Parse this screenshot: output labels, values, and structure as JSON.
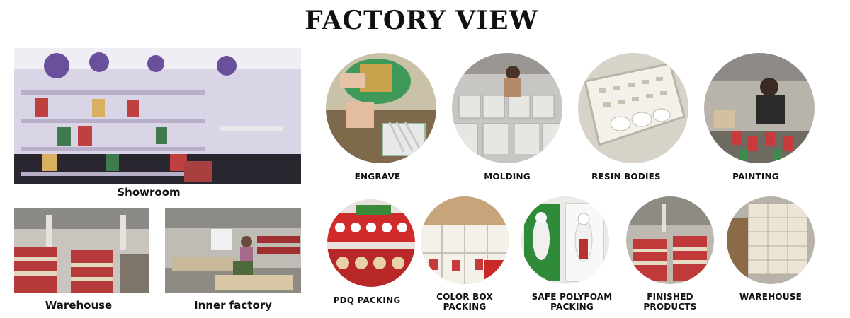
{
  "header": {
    "title": "FACTORY VIEW"
  },
  "left_photos": {
    "showroom": "Showroom",
    "warehouse": "Warehouse",
    "inner_factory": "Inner factory"
  },
  "process_top": [
    "ENGRAVE",
    "MOLDING",
    "RESIN BODIES",
    "PAINTING"
  ],
  "process_bottom": [
    "PDQ PACKING",
    "COLOR BOX PACKING",
    "SAFE POLYFOAM PACKING",
    "FINISHED PRODUCTS",
    "WAREHOUSE"
  ]
}
